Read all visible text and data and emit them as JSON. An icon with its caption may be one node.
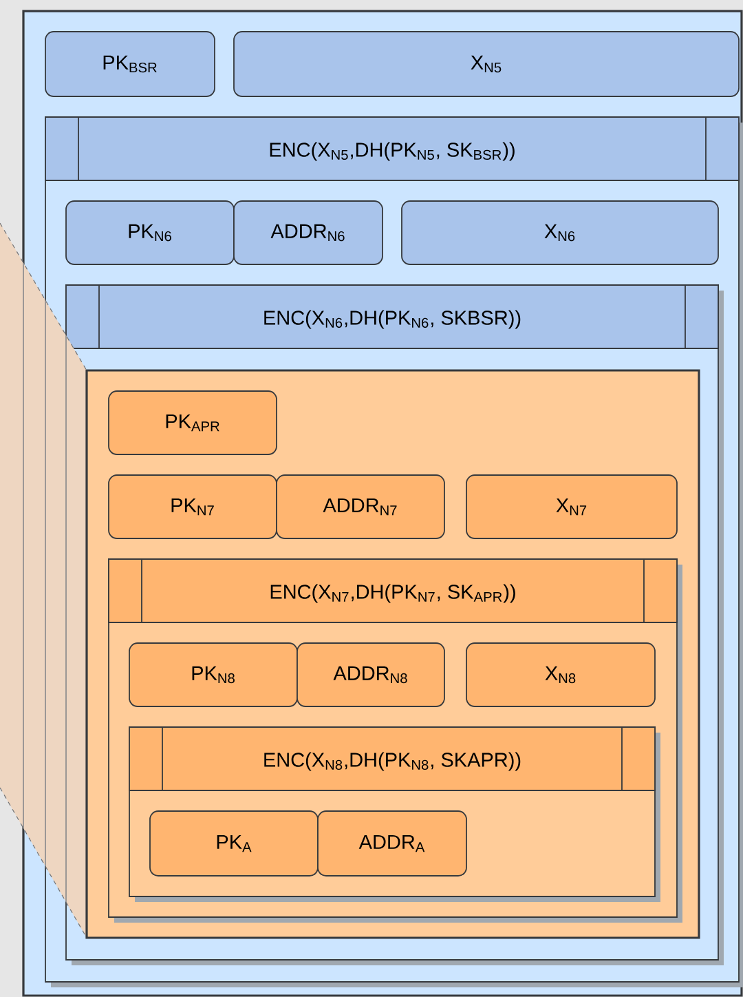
{
  "diagram": {
    "nodes": [
      {
        "text": [],
        "shape": "box"
      },
      {
        "text": [
          "PK$_{BSR}$"
        ],
        "in": 0
      },
      {
        "text": [
          "X$_{N5}$"
        ],
        "in": 0
      },
      {
        "text": [
          "ENC(X$_{N5}$,DH(PK$_{N5}$, SK$_{BSR}$))"
        ],
        "in": 0
      },
      {
        "text": [
          "PK$_{N6}$"
        ],
        "in": 3
      },
      {
        "text": [
          "ADDR$_{N6}$"
        ],
        "in": 3
      },
      {
        "text": [
          "X$_{N6}$"
        ],
        "in": 3
      },
      {
        "text": [
          "ENC(X$_{N6}$,DH(PK$_{N6}$, SKBSR))"
        ],
        "in": 3
      },
      {
        "text": [],
        "shape": "box",
        "in": 7
      },
      {
        "text": [
          "PK$_{APR}$"
        ],
        "in": 8
      },
      {
        "text": [
          "PK$_{N7}$"
        ],
        "in": 8
      },
      {
        "text": [
          "ADDR$_{N7}$"
        ],
        "in": 8
      },
      {
        "text": [
          "X$_{N7}$"
        ],
        "in": 8
      },
      {
        "text": [
          "ENC(X$_{N7}$,DH(PK$_{N7}$, SK$_{APR}$))"
        ],
        "in": 8
      },
      {
        "text": [
          "PK$_{N8}$"
        ],
        "in": 13
      },
      {
        "text": [
          "ADDR$_{N8}$"
        ],
        "in": 13
      },
      {
        "text": [
          "X$_{N8}$"
        ],
        "in": 13
      },
      {
        "text": [
          "ENC(X$_{N8}$,DH(PK$_{N8}$, SKAPR))"
        ],
        "in": 13
      },
      {
        "text": [
          "PK$_{A}$"
        ],
        "in": 17
      },
      {
        "text": [
          "ADDR$_{A}$"
        ],
        "in": 17
      }
    ]
  }
}
